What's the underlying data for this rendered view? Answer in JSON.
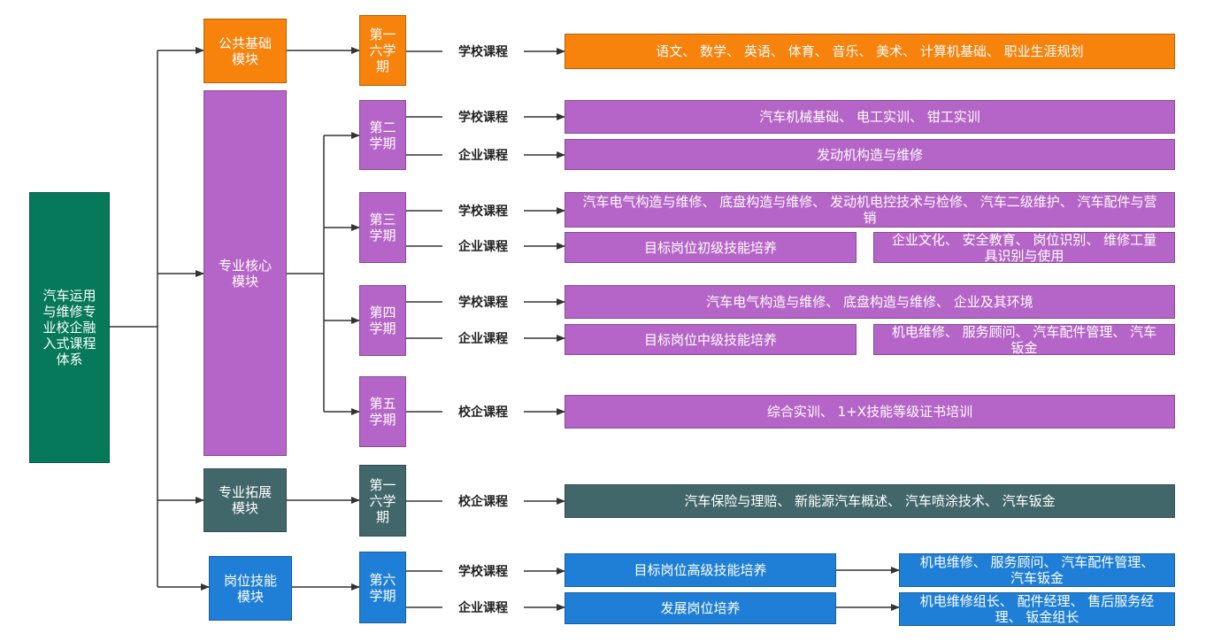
{
  "root": {
    "label": "汽车运用与维修专业校企融入式课程体系",
    "color": "#06795b"
  },
  "colors": {
    "orange": "#f7820c",
    "purple": "#b565c7",
    "teal": "#42676a",
    "blue": "#1f7fd6",
    "line": "#333333"
  },
  "modules": [
    {
      "label": "公共基础模块"
    },
    {
      "label": "专业核心模块"
    },
    {
      "label": "专业拓展模块"
    },
    {
      "label": "岗位技能模块"
    }
  ],
  "terms": [
    {
      "label": "第一六学期"
    },
    {
      "label": "第二学期"
    },
    {
      "label": "第三学期"
    },
    {
      "label": "第四学期"
    },
    {
      "label": "第五学期"
    },
    {
      "label": "第一六学期"
    },
    {
      "label": "第六学期"
    }
  ],
  "course_types": {
    "school": "学校课程",
    "enterprise": "企业课程",
    "joint": "校企课程"
  },
  "courses": {
    "public": "语文、 数学、 英语、 体育、 音乐、 美术、 计算机基础、 职业生涯规划",
    "t2_school": "汽车机械基础、 电工实训、 钳工实训",
    "t2_enterprise": "发动机构造与维修",
    "t3_school": "汽车电气构造与维修、 底盘构造与维修、 发动机电控技术与检修、 汽车二级维护、 汽车配件与营销",
    "t3_enterprise": "目标岗位初级技能培养",
    "t3_enterprise_detail": "企业文化、 安全教育、 岗位识别、 维修工量具识别与使用",
    "t4_school": "汽车电气构造与维修、 底盘构造与维修、 企业及其环境",
    "t4_enterprise": "目标岗位中级技能培养",
    "t4_enterprise_detail": "机电维修、 服务顾问、 汽车配件管理、 汽车钣金",
    "t5_joint": "综合实训、 1+X技能等级证书培训",
    "ext_joint": "汽车保险与理赔、 新能源汽车概述、 汽车喷涂技术、 汽车钣金",
    "t6_school": "目标岗位高级技能培养",
    "t6_school_detail": "机电维修、 服务顾问、 汽车配件管理、 汽车钣金",
    "t6_enterprise": "发展岗位培养",
    "t6_enterprise_detail": "机电维修组长、 配件经理、 售后服务经理、 钣金组长"
  }
}
